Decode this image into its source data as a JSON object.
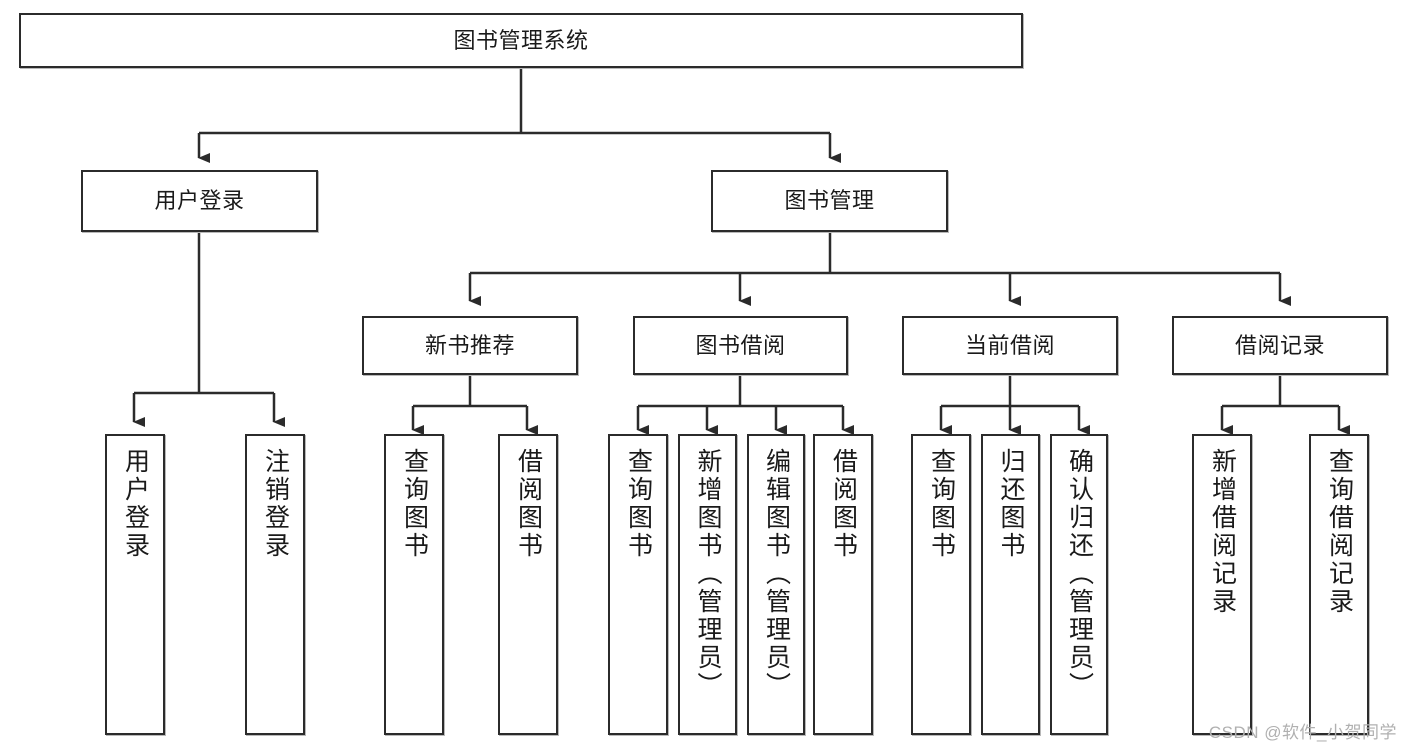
{
  "diagram": {
    "title": "图书管理系统",
    "type": "tree",
    "watermark": "CSDN @软件_小贺同学",
    "colors": {
      "box_border": "#2b2b2b",
      "box_fill": "#ffffff",
      "connector": "#2b2b2b",
      "text": "#1a1a1a",
      "watermark": "#b0b0b0"
    },
    "nodes": {
      "root": {
        "label": "图书管理系统"
      },
      "level2": {
        "user_login": {
          "label": "用户登录"
        },
        "book_manage": {
          "label": "图书管理"
        }
      },
      "level3": {
        "new_book_rec": {
          "label": "新书推荐"
        },
        "book_borrow": {
          "label": "图书借阅"
        },
        "current_borrow": {
          "label": "当前借阅"
        },
        "borrow_record": {
          "label": "借阅记录"
        }
      },
      "leaves": {
        "user_login_1": {
          "label": "用户登录"
        },
        "user_login_2": {
          "label": "注销登录"
        },
        "new_book_1": {
          "label": "查询图书"
        },
        "new_book_2": {
          "label": "借阅图书"
        },
        "borrow_1": {
          "label": "查询图书"
        },
        "borrow_2": {
          "label": "新增图书（管理员）"
        },
        "borrow_3": {
          "label": "编辑图书（管理员）"
        },
        "borrow_4": {
          "label": "借阅图书"
        },
        "current_1": {
          "label": "查询图书"
        },
        "current_2": {
          "label": "归还图书"
        },
        "current_3": {
          "label": "确认归还（管理员）"
        },
        "record_1": {
          "label": "新增借阅记录"
        },
        "record_2": {
          "label": "查询借阅记录"
        }
      }
    }
  }
}
